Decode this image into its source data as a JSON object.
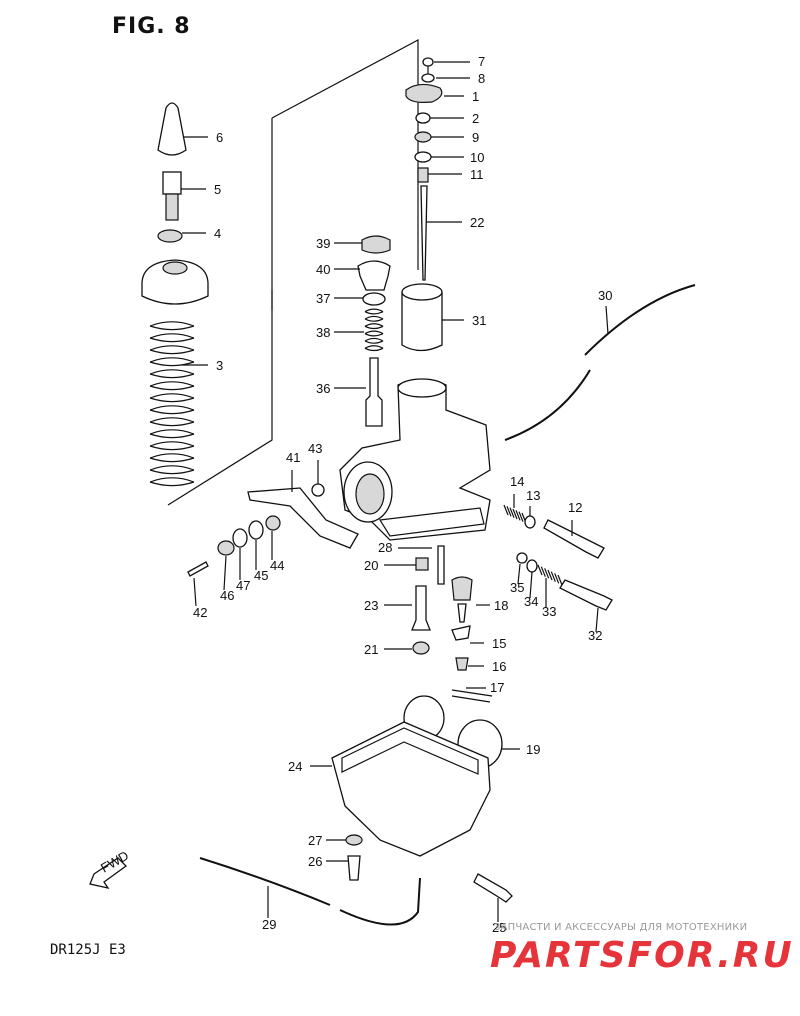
{
  "figure": {
    "title": "FIG. 8",
    "model": "DR125J  E3",
    "fwd_label": "FWD"
  },
  "watermark": {
    "tagline": "ЗАПЧАСТИ И АКСЕССУАРЫ ДЛЯ МОТОТЕХНИКИ",
    "brand": "PARTSFOR.RU",
    "brand_color": "#e3242b"
  },
  "callouts": [
    {
      "id": "7"
    },
    {
      "id": "8"
    },
    {
      "id": "1"
    },
    {
      "id": "2"
    },
    {
      "id": "9"
    },
    {
      "id": "10"
    },
    {
      "id": "11"
    },
    {
      "id": "22"
    },
    {
      "id": "6"
    },
    {
      "id": "5"
    },
    {
      "id": "4"
    },
    {
      "id": "3"
    },
    {
      "id": "39"
    },
    {
      "id": "40"
    },
    {
      "id": "37"
    },
    {
      "id": "38"
    },
    {
      "id": "36"
    },
    {
      "id": "31"
    },
    {
      "id": "30"
    },
    {
      "id": "43"
    },
    {
      "id": "41"
    },
    {
      "id": "14"
    },
    {
      "id": "13"
    },
    {
      "id": "12"
    },
    {
      "id": "28"
    },
    {
      "id": "20"
    },
    {
      "id": "23"
    },
    {
      "id": "21"
    },
    {
      "id": "18"
    },
    {
      "id": "15"
    },
    {
      "id": "16"
    },
    {
      "id": "35"
    },
    {
      "id": "34"
    },
    {
      "id": "33"
    },
    {
      "id": "32"
    },
    {
      "id": "42"
    },
    {
      "id": "46"
    },
    {
      "id": "47"
    },
    {
      "id": "45"
    },
    {
      "id": "44"
    },
    {
      "id": "17"
    },
    {
      "id": "19"
    },
    {
      "id": "24"
    },
    {
      "id": "27"
    },
    {
      "id": "26"
    },
    {
      "id": "29"
    },
    {
      "id": "25"
    }
  ]
}
